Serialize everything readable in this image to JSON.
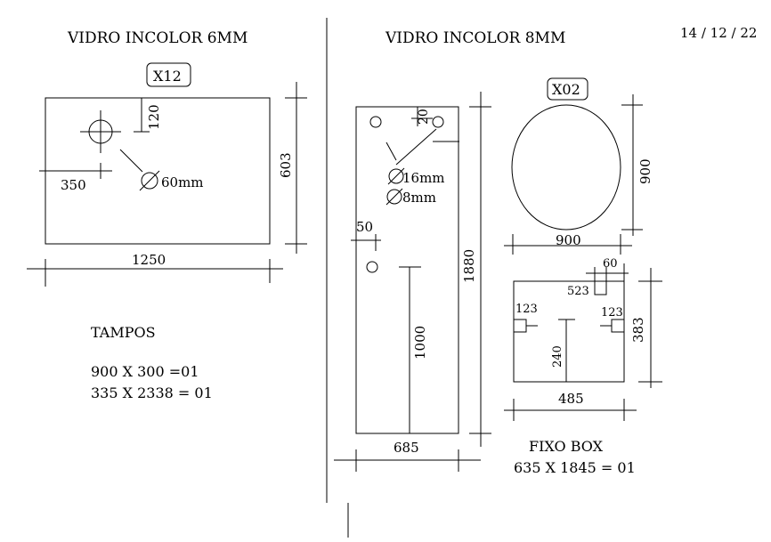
{
  "date": "14 / 12 / 22",
  "left_panel": {
    "title": "VIDRO INCOLOR 6MM",
    "qty_badge": "X12",
    "dims": {
      "hole_top": "120",
      "hole_left": "350",
      "hole_diameter": "60mm",
      "height": "603",
      "width": "1250"
    }
  },
  "right_panel": {
    "title": "VIDRO INCOLOR 8MM",
    "tall_panel": {
      "dims": {
        "hole_top": "20",
        "hole_16": "16mm",
        "hole_8": "8mm",
        "hole_side": "50",
        "lower_hole_height": "1000",
        "height": "1880",
        "width": "685"
      }
    },
    "oval_mirror": {
      "qty_badge": "X02",
      "height": "900",
      "width": "900"
    },
    "square_panel": {
      "dims": {
        "top_notch": "60",
        "notch_offset": "523",
        "left_cut": "123",
        "right_cut": "123",
        "height": "383",
        "center": "240",
        "width": "485"
      }
    }
  },
  "tampos": {
    "title": "TAMPOS",
    "lines": [
      "900 X 300 =01",
      "335 X 2338 = 01"
    ]
  },
  "fixo_box": {
    "title": "FIXO BOX",
    "line": "635 X 1845 = 01"
  }
}
